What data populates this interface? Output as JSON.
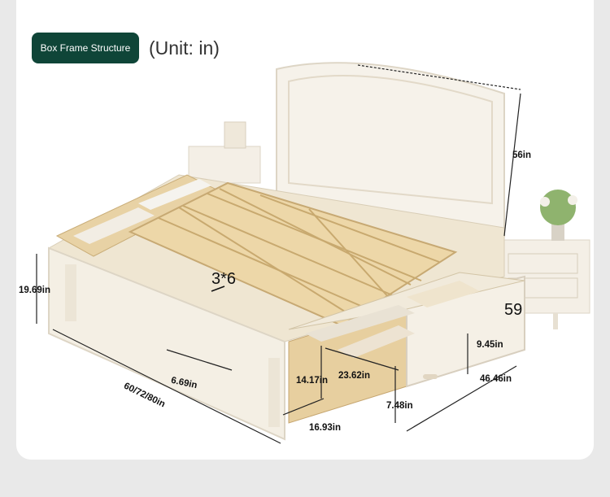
{
  "header": {
    "badge_label": "Box Frame Structure",
    "unit_label": "(Unit: in)"
  },
  "dimensions": {
    "headboard_height": "56in",
    "side_height": "19.69in",
    "rail_height": "6.69in",
    "length": "60/72/80in",
    "drawer_depth": "16.93in",
    "drawer_height": "14.17in",
    "drawer_width": "23.62in",
    "drawer_inner_height": "7.48in",
    "drawer_side_height": "9.45in",
    "drawer_length": "46.46in",
    "slat_spec": "3*6",
    "drawer_number": "59"
  },
  "colors": {
    "badge": "#0f4538",
    "bed": "#f4efe4",
    "wood": "#e6cc98"
  }
}
